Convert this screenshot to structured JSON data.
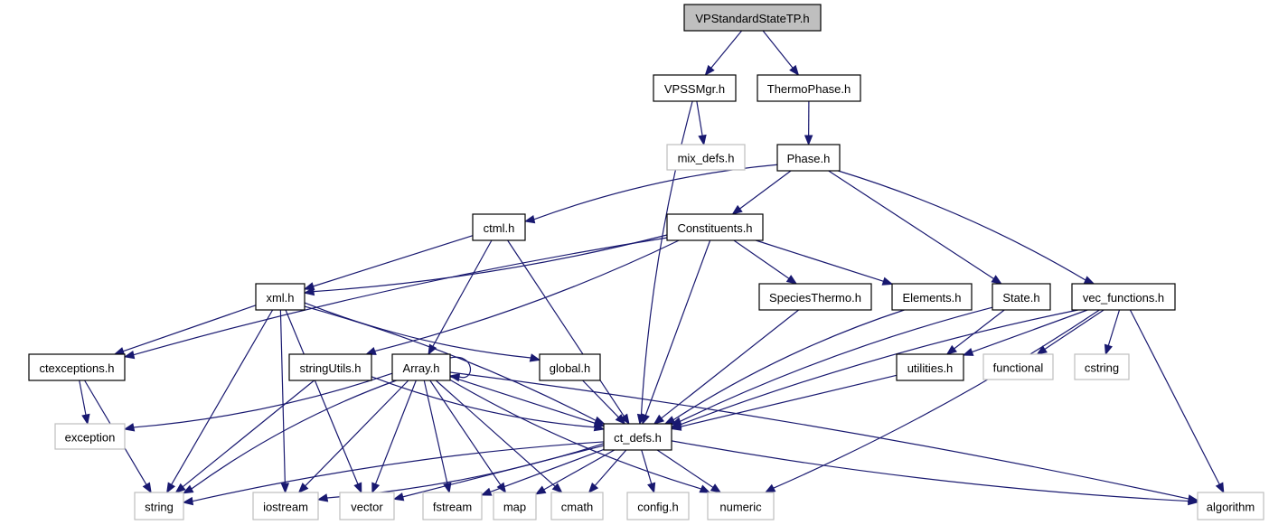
{
  "diagram": {
    "title": "VPStandardStateTP.h",
    "kind": "include-dependency-graph",
    "edge_color": "#191970",
    "root_fill": "#bfbfbf",
    "external_border": "#bfbfbf",
    "nodes": [
      {
        "id": "VPStandardStateTP",
        "label": "VPStandardStateTP.h",
        "type": "root"
      },
      {
        "id": "VPSSMgr",
        "label": "VPSSMgr.h",
        "type": "internal"
      },
      {
        "id": "ThermoPhase",
        "label": "ThermoPhase.h",
        "type": "internal"
      },
      {
        "id": "mix_defs",
        "label": "mix_defs.h",
        "type": "external"
      },
      {
        "id": "Phase",
        "label": "Phase.h",
        "type": "internal"
      },
      {
        "id": "ctml",
        "label": "ctml.h",
        "type": "internal"
      },
      {
        "id": "Constituents",
        "label": "Constituents.h",
        "type": "internal"
      },
      {
        "id": "xml",
        "label": "xml.h",
        "type": "internal"
      },
      {
        "id": "SpeciesThermo",
        "label": "SpeciesThermo.h",
        "type": "internal"
      },
      {
        "id": "Elements",
        "label": "Elements.h",
        "type": "internal"
      },
      {
        "id": "State",
        "label": "State.h",
        "type": "internal"
      },
      {
        "id": "vec_functions",
        "label": "vec_functions.h",
        "type": "internal"
      },
      {
        "id": "ctexceptions",
        "label": "ctexceptions.h",
        "type": "internal"
      },
      {
        "id": "stringUtils",
        "label": "stringUtils.h",
        "type": "internal"
      },
      {
        "id": "Array",
        "label": "Array.h",
        "type": "internal"
      },
      {
        "id": "global",
        "label": "global.h",
        "type": "internal"
      },
      {
        "id": "utilities",
        "label": "utilities.h",
        "type": "internal"
      },
      {
        "id": "functional",
        "label": "functional",
        "type": "external"
      },
      {
        "id": "cstring",
        "label": "cstring",
        "type": "external"
      },
      {
        "id": "exception",
        "label": "exception",
        "type": "external"
      },
      {
        "id": "ct_defs",
        "label": "ct_defs.h",
        "type": "internal"
      },
      {
        "id": "string",
        "label": "string",
        "type": "external"
      },
      {
        "id": "iostream",
        "label": "iostream",
        "type": "external"
      },
      {
        "id": "vector",
        "label": "vector",
        "type": "external"
      },
      {
        "id": "fstream",
        "label": "fstream",
        "type": "external"
      },
      {
        "id": "map",
        "label": "map",
        "type": "external"
      },
      {
        "id": "cmath",
        "label": "cmath",
        "type": "external"
      },
      {
        "id": "config",
        "label": "config.h",
        "type": "external"
      },
      {
        "id": "numeric",
        "label": "numeric",
        "type": "external"
      },
      {
        "id": "algorithm",
        "label": "algorithm",
        "type": "external"
      }
    ],
    "edges": [
      [
        "VPStandardStateTP",
        "VPSSMgr"
      ],
      [
        "VPStandardStateTP",
        "ThermoPhase"
      ],
      [
        "VPSSMgr",
        "mix_defs"
      ],
      [
        "VPSSMgr",
        "ct_defs"
      ],
      [
        "ThermoPhase",
        "Phase"
      ],
      [
        "Phase",
        "ctml"
      ],
      [
        "Phase",
        "Constituents"
      ],
      [
        "Phase",
        "State"
      ],
      [
        "Phase",
        "vec_functions"
      ],
      [
        "ctml",
        "xml"
      ],
      [
        "ctml",
        "Array"
      ],
      [
        "ctml",
        "ct_defs"
      ],
      [
        "Constituents",
        "xml"
      ],
      [
        "Constituents",
        "ctexceptions"
      ],
      [
        "Constituents",
        "stringUtils"
      ],
      [
        "Constituents",
        "SpeciesThermo"
      ],
      [
        "Constituents",
        "Elements"
      ],
      [
        "Constituents",
        "ct_defs"
      ],
      [
        "xml",
        "ctexceptions"
      ],
      [
        "xml",
        "global"
      ],
      [
        "xml",
        "ct_defs"
      ],
      [
        "xml",
        "string"
      ],
      [
        "xml",
        "iostream"
      ],
      [
        "xml",
        "vector"
      ],
      [
        "SpeciesThermo",
        "ct_defs"
      ],
      [
        "Elements",
        "ct_defs"
      ],
      [
        "State",
        "utilities"
      ],
      [
        "State",
        "ct_defs"
      ],
      [
        "vec_functions",
        "utilities"
      ],
      [
        "vec_functions",
        "functional"
      ],
      [
        "vec_functions",
        "cstring"
      ],
      [
        "vec_functions",
        "ct_defs"
      ],
      [
        "vec_functions",
        "numeric"
      ],
      [
        "vec_functions",
        "algorithm"
      ],
      [
        "ctexceptions",
        "exception"
      ],
      [
        "ctexceptions",
        "string"
      ],
      [
        "stringUtils",
        "string"
      ],
      [
        "stringUtils",
        "ct_defs"
      ],
      [
        "Array",
        "Array"
      ],
      [
        "Array",
        "ct_defs"
      ],
      [
        "Array",
        "exception"
      ],
      [
        "Array",
        "string"
      ],
      [
        "Array",
        "iostream"
      ],
      [
        "Array",
        "vector"
      ],
      [
        "Array",
        "fstream"
      ],
      [
        "Array",
        "map"
      ],
      [
        "Array",
        "cmath"
      ],
      [
        "Array",
        "numeric"
      ],
      [
        "Array",
        "algorithm"
      ],
      [
        "global",
        "ct_defs"
      ],
      [
        "utilities",
        "ct_defs"
      ],
      [
        "ct_defs",
        "string"
      ],
      [
        "ct_defs",
        "iostream"
      ],
      [
        "ct_defs",
        "vector"
      ],
      [
        "ct_defs",
        "fstream"
      ],
      [
        "ct_defs",
        "map"
      ],
      [
        "ct_defs",
        "cmath"
      ],
      [
        "ct_defs",
        "config"
      ],
      [
        "ct_defs",
        "numeric"
      ],
      [
        "ct_defs",
        "algorithm"
      ]
    ]
  }
}
